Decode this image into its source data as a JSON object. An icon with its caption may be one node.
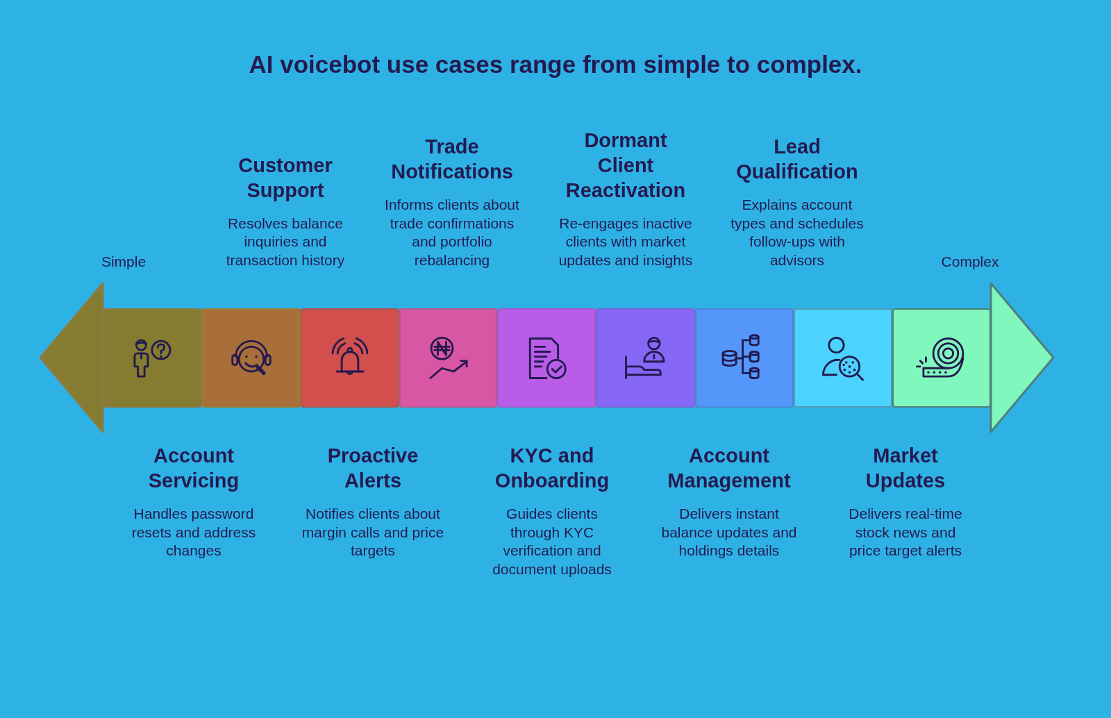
{
  "diagram": {
    "title": "AI voicebot use cases range from simple to complex.",
    "nodes": [
      {
        "text": [
          "Account Servicing",
          "Handles password resets and address changes"
        ]
      },
      {
        "text": [
          "Customer Support",
          "Resolves balance inquiries and transaction history"
        ]
      },
      {
        "text": [
          "Proactive Alerts",
          "Notifies clients about margin calls and price targets"
        ]
      },
      {
        "text": [
          "Trade Notifications",
          "Informs clients about trade confirmations and portfolio rebalancing"
        ]
      },
      {
        "text": [
          "KYC and Onboarding",
          "Guides clients through KYC verification and document uploads"
        ]
      },
      {
        "text": [
          "Dormant Client Reactivation",
          "Re-engages inactive clients with market updates and insights"
        ]
      },
      {
        "text": [
          "Account Management",
          "Delivers instant balance updates and holdings details"
        ]
      },
      {
        "text": [
          "Lead Qualification",
          "Explains account types and schedules follow-ups with advisors"
        ]
      },
      {
        "text": [
          "Market Updates",
          "Delivers real-time stock news and price target alerts"
        ]
      }
    ],
    "labels": [
      "Simple",
      "Complex"
    ]
  }
}
